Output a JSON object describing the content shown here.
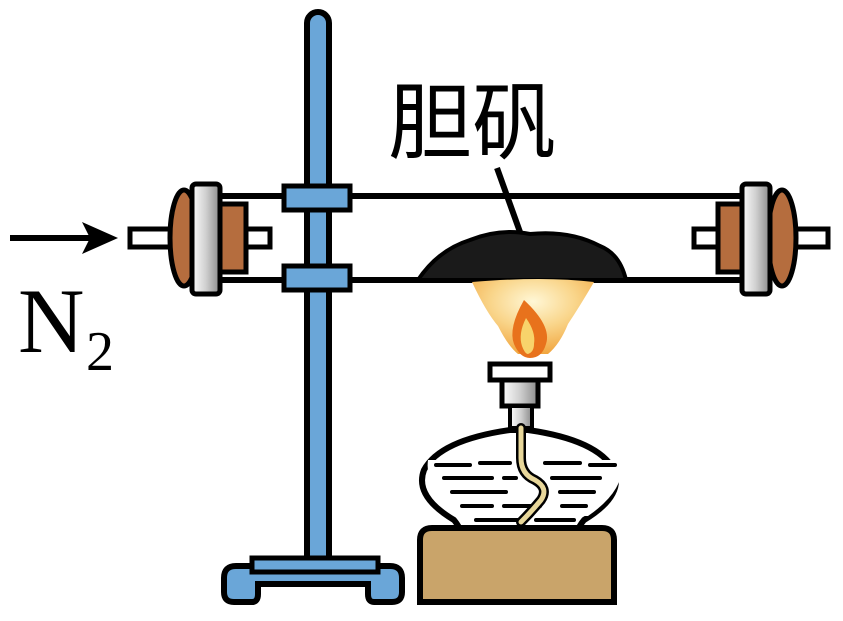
{
  "labels": {
    "sample": "胆矾",
    "gas": "N",
    "gas_subscript": "2"
  },
  "colors": {
    "stand": "#6aa6d8",
    "stopper": "#b56d3e",
    "flange": "#d9d9d9",
    "powder": "#1a1a1a",
    "flame_outer": "#f7c663",
    "flame_inner": "#e8721c",
    "lamp_base": "#c9a46a",
    "wick": "#e8d79a"
  },
  "icons": [
    "arrow-right-icon"
  ]
}
